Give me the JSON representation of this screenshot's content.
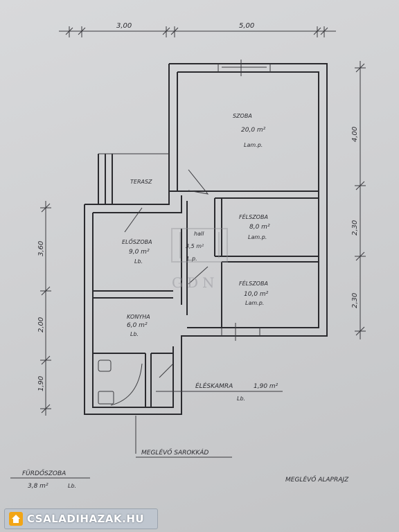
{
  "dimensions": {
    "top_left": "3,00",
    "top_right": "5,00",
    "right_top": "4,00",
    "right_mid": "2,30",
    "right_bottom": "2,30",
    "left_top": "3,60",
    "left_mid": "2,00",
    "left_bottom": "1,90"
  },
  "rooms": {
    "szoba": {
      "name": "SZOBA",
      "area": "20,0 m²",
      "floor": "Lam.p."
    },
    "felszoba1": {
      "name": "FÉLSZOBA",
      "area": "8,0 m²",
      "floor": "Lam.p."
    },
    "felszoba2": {
      "name": "FÉLSZOBA",
      "area": "10,0 m²",
      "floor": "Lam.p."
    },
    "terasz": {
      "name": "TERASZ"
    },
    "eloszoba": {
      "name": "ELŐSZOBA",
      "area": "9,0 m²",
      "floor": "Lb."
    },
    "hall": {
      "name": "hall",
      "area": "3,5 m²",
      "floor": "L.p."
    },
    "konyha": {
      "name": "KONYHA",
      "area": "6,0 m²",
      "floor": "Lb."
    },
    "eleskamra": {
      "name": "ÉLÉSKAMRA",
      "area": "1,90 m²",
      "floor": "Lb."
    },
    "furdoszoba": {
      "name": "FÜRDŐSZOBA",
      "area": "3,8 m²",
      "floor": "Lb."
    }
  },
  "notes": {
    "sarokkad": "MEGLÉVŐ SAROKKÁD",
    "alaprajz": "MEGLÉVŐ ALAPRAJZ"
  },
  "watermark": "GDN",
  "brand": {
    "text": "CSALADIHAZAK.HU",
    "icon": "house-icon",
    "accent": "#f2a516"
  }
}
